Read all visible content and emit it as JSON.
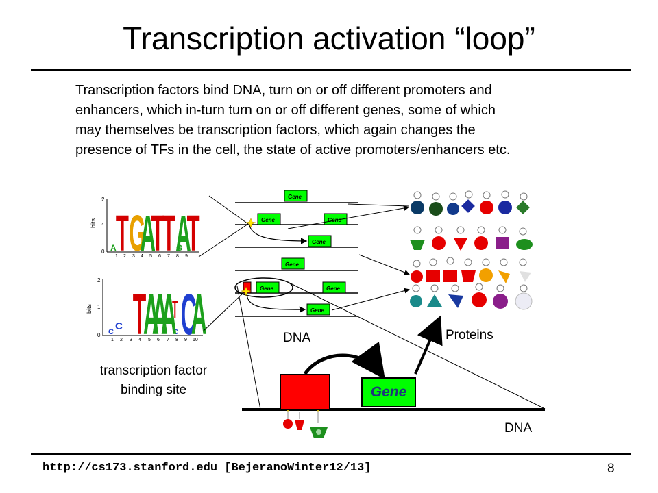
{
  "slide": {
    "title": "Transcription activation “loop”",
    "intro_lines": [
      "Transcription factors bind DNA, turn on or off different promoters and",
      "enhancers, which in-turn turn on or off different genes, some of which",
      "may themselves be transcription factors, which again changes the",
      "presence of TFs in the cell, the state of active promoters/enhancers etc."
    ],
    "footer_url": "http://cs173.stanford.edu [BejeranoWinter12/13]",
    "page_number": "8"
  },
  "diagram": {
    "gene_label": "Gene",
    "dna_label_top": "DNA",
    "dna_label_bottom": "DNA",
    "proteins_label": "Proteins",
    "site_label_lines": [
      "transcription factor",
      "binding site"
    ],
    "logo_axis_label": "bits",
    "logo1": {
      "letters": [
        "T",
        "G",
        "A",
        "T",
        "T",
        "A",
        "T"
      ],
      "y_ticks": [
        "2",
        "1",
        "0"
      ],
      "x_ticks": [
        "1",
        "2",
        "3",
        "4",
        "5",
        "6",
        "7",
        "8",
        "9"
      ]
    },
    "logo2": {
      "letters": [
        "T",
        "A",
        "A",
        "A",
        "T",
        "C",
        "A"
      ],
      "y_ticks": [
        "2",
        "1",
        "0"
      ],
      "x_ticks": [
        "1",
        "2",
        "3",
        "4",
        "5",
        "6",
        "7",
        "8",
        "9",
        "10"
      ]
    },
    "colors": {
      "gene_fill": "#00ff00",
      "promoter_fill": "#ff0000",
      "letter_T": "#d40000",
      "letter_G": "#e8a000",
      "letter_A": "#1ca01c",
      "letter_C": "#1f3fd0",
      "star": "#ffe600"
    }
  }
}
